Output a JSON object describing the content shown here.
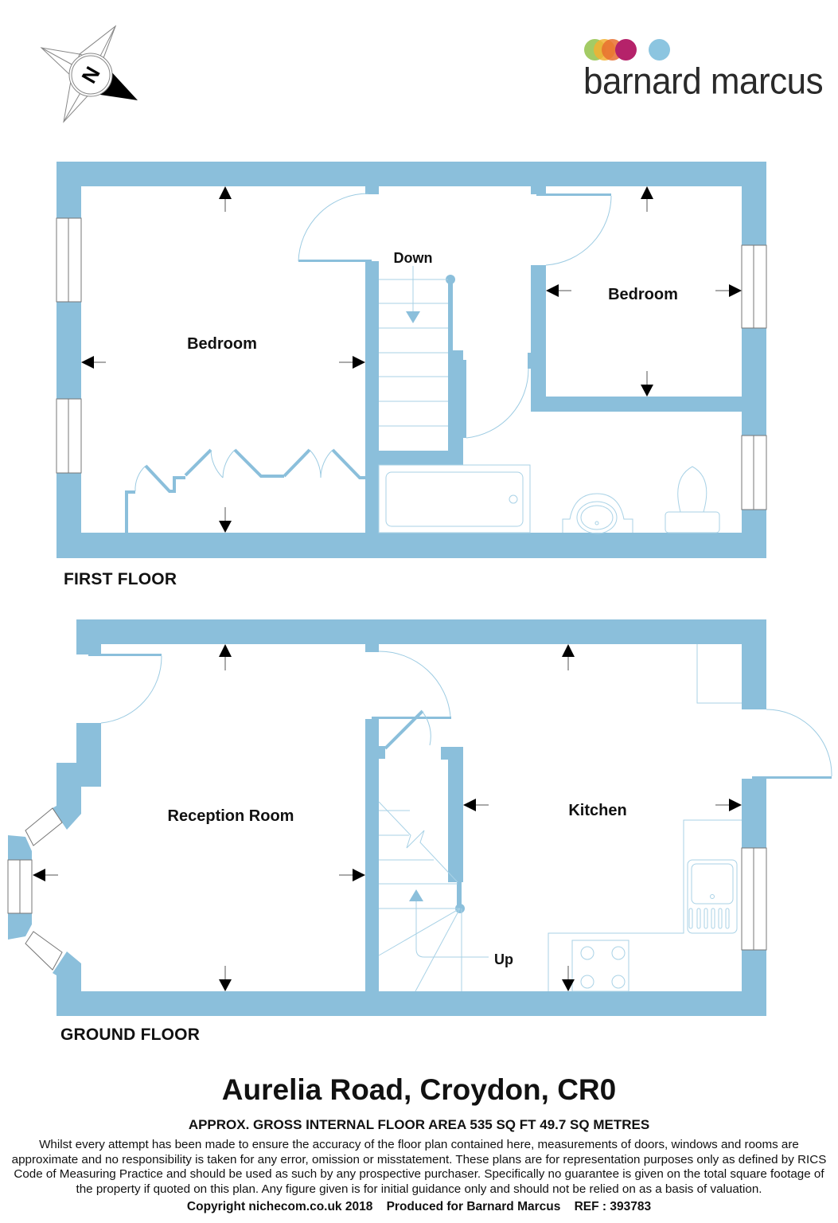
{
  "compass": {
    "label": "N",
    "icon": "north-compass-icon"
  },
  "brand": {
    "name": "barnard marcus",
    "dot_colors": [
      "#93c24a",
      "#f2b233",
      "#e8702f",
      "#b5226a",
      "#8cc5e0"
    ]
  },
  "colors": {
    "wall": "#8bbfdb",
    "fixture_line": "#a9d2e6",
    "text": "#111111"
  },
  "first_floor": {
    "label": "FIRST FLOOR",
    "rooms": [
      {
        "name": "Bedroom"
      },
      {
        "name": "Bedroom"
      }
    ],
    "stairs_label": "Down",
    "fixtures": [
      "bath",
      "wash-basin",
      "toilet",
      "wardrobes"
    ]
  },
  "ground_floor": {
    "label": "GROUND FLOOR",
    "rooms": [
      {
        "name": "Reception Room"
      },
      {
        "name": "Kitchen"
      }
    ],
    "stairs_label": "Up",
    "fixtures": [
      "sink",
      "hob",
      "worktop"
    ]
  },
  "footer": {
    "title": "Aurelia Road, Croydon, CR0",
    "area": "APPROX. GROSS INTERNAL FLOOR AREA 535 SQ FT 49.7 SQ METRES",
    "disclaimer": "Whilst every attempt has been made to ensure the accuracy of the floor plan contained here, measurements of doors, windows and rooms are approximate and no responsibility is taken for any error, omission or misstatement. These plans are for representation purposes only as defined by RICS Code of Measuring Practice and should be used as such by any prospective purchaser.  Specifically no guarantee is given on the total square footage of the property if quoted on this plan. Any figure given is for initial guidance only and should not be relied on as a basis of valuation.",
    "copyright": "Copyright nichecom.co.uk 2018    Produced for Barnard Marcus    REF : 393783"
  }
}
